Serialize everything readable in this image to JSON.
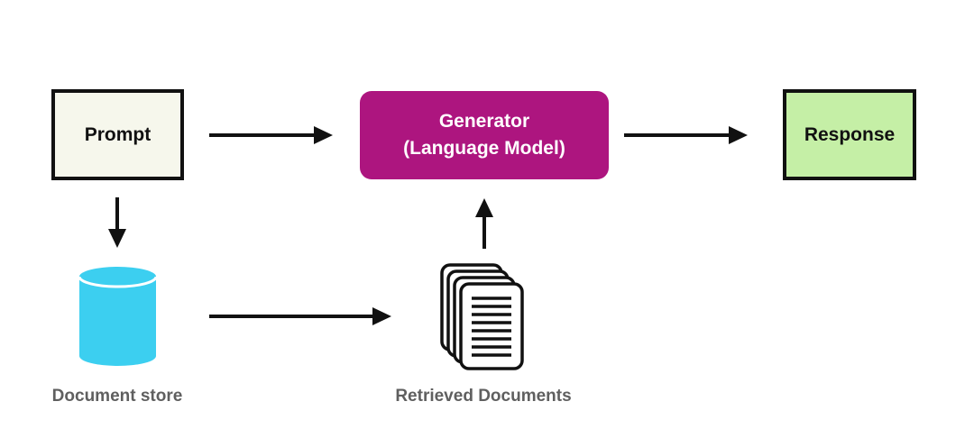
{
  "nodes": {
    "prompt": {
      "label": "Prompt",
      "fill": "#f6f7ec",
      "border": "#111111"
    },
    "generator": {
      "line1": "Generator",
      "line2": "(Language Model)",
      "fill": "#ad157f",
      "text_color": "#ffffff"
    },
    "response": {
      "label": "Response",
      "fill": "#c5efa6",
      "border": "#111111"
    },
    "document_store": {
      "label": "Document store",
      "icon": "database-cylinder-icon",
      "fill": "#3ccff0"
    },
    "retrieved_documents": {
      "label": "Retrieved Documents",
      "icon": "document-stack-icon"
    }
  },
  "edges": [
    {
      "from": "Prompt",
      "to": "Generator (Language Model)"
    },
    {
      "from": "Generator (Language Model)",
      "to": "Response"
    },
    {
      "from": "Prompt",
      "to": "Document store"
    },
    {
      "from": "Document store",
      "to": "Retrieved Documents"
    },
    {
      "from": "Retrieved Documents",
      "to": "Generator (Language Model)"
    }
  ],
  "colors": {
    "arrow": "#111111",
    "caption_text": "#5f5f5f"
  }
}
